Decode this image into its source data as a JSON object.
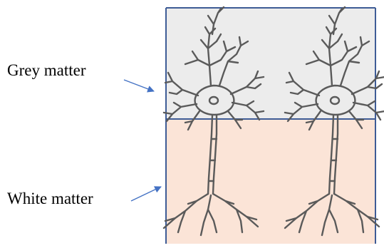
{
  "labels": {
    "grey_matter": "Grey matter",
    "white_matter": "White matter"
  },
  "colors": {
    "grey_region": "#ececec",
    "white_region": "#fbe4d7",
    "border": "#3e5c96",
    "arrow": "#4472c4",
    "neuron": "#5a5a5a"
  },
  "neuron_count": 2
}
